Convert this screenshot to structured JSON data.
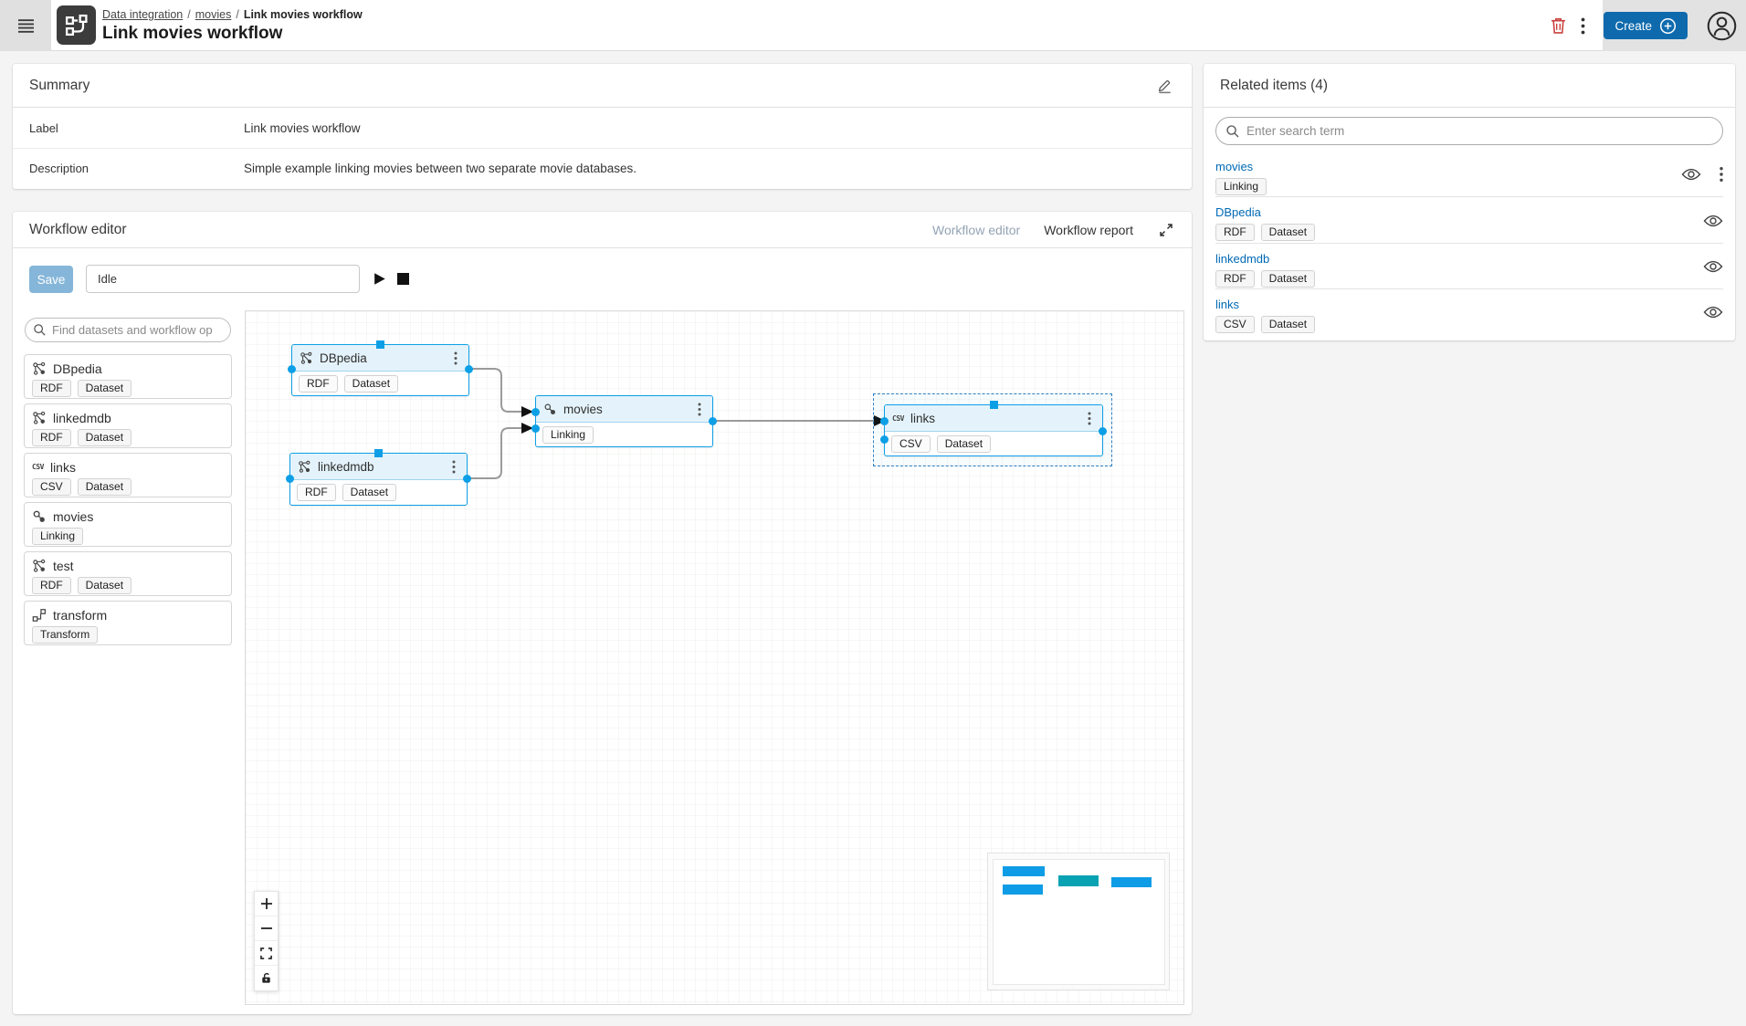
{
  "header": {
    "breadcrumb": {
      "links": [
        "Data integration",
        "movies"
      ],
      "current": "Link movies workflow"
    },
    "title": "Link movies workflow",
    "create_label": "Create"
  },
  "summary": {
    "title": "Summary",
    "rows": [
      {
        "label": "Label",
        "value": "Link movies workflow"
      },
      {
        "label": "Description",
        "value": "Simple example linking movies between two separate movie databases."
      }
    ]
  },
  "workflow": {
    "title": "Workflow editor",
    "view_tabs": [
      {
        "label": "Workflow editor"
      },
      {
        "label": "Workflow report"
      }
    ],
    "toolbar": {
      "save_label": "Save",
      "status": "Idle"
    },
    "palette": {
      "search_placeholder": "Find datasets and workflow op",
      "items": [
        {
          "title": "DBpedia",
          "icon": "rdf-graph-icon",
          "tags": [
            "RDF",
            "Dataset"
          ]
        },
        {
          "title": "linkedmdb",
          "icon": "rdf-graph-icon",
          "tags": [
            "RDF",
            "Dataset"
          ]
        },
        {
          "title": "links",
          "icon": "csv-icon",
          "tags": [
            "CSV",
            "Dataset"
          ]
        },
        {
          "title": "movies",
          "icon": "linking-icon",
          "tags": [
            "Linking"
          ]
        },
        {
          "title": "test",
          "icon": "rdf-graph-icon",
          "tags": [
            "RDF",
            "Dataset"
          ]
        },
        {
          "title": "transform",
          "icon": "transform-icon",
          "tags": [
            "Transform"
          ]
        }
      ]
    },
    "canvas": {
      "nodes": [
        {
          "title": "DBpedia",
          "icon": "rdf-graph-icon",
          "tags": [
            "RDF",
            "Dataset"
          ]
        },
        {
          "title": "linkedmdb",
          "icon": "rdf-graph-icon",
          "tags": [
            "RDF",
            "Dataset"
          ]
        },
        {
          "title": "movies",
          "icon": "linking-icon",
          "tags": [
            "Linking"
          ]
        },
        {
          "title": "links",
          "icon": "csv-icon",
          "tags": [
            "CSV",
            "Dataset"
          ]
        }
      ],
      "csv_glyph": "CSV"
    }
  },
  "related": {
    "title": "Related items (4)",
    "search_placeholder": "Enter search term",
    "items": [
      {
        "title": "movies",
        "tags": [
          "Linking"
        ],
        "has_menu": true
      },
      {
        "title": "DBpedia",
        "tags": [
          "RDF",
          "Dataset"
        ],
        "has_menu": false
      },
      {
        "title": "linkedmdb",
        "tags": [
          "RDF",
          "Dataset"
        ],
        "has_menu": false
      },
      {
        "title": "links",
        "tags": [
          "CSV",
          "Dataset"
        ],
        "has_menu": false
      }
    ]
  },
  "colors": {
    "accent_blue": "#0d9fe6",
    "node_header_blue": "#e4f3fb",
    "teal": "#09a2b2",
    "create_button_blue": "#0e6aad",
    "link_blue": "#0069b5",
    "danger_red": "#c9413d",
    "disabled_save_blue": "#85b6d9"
  }
}
